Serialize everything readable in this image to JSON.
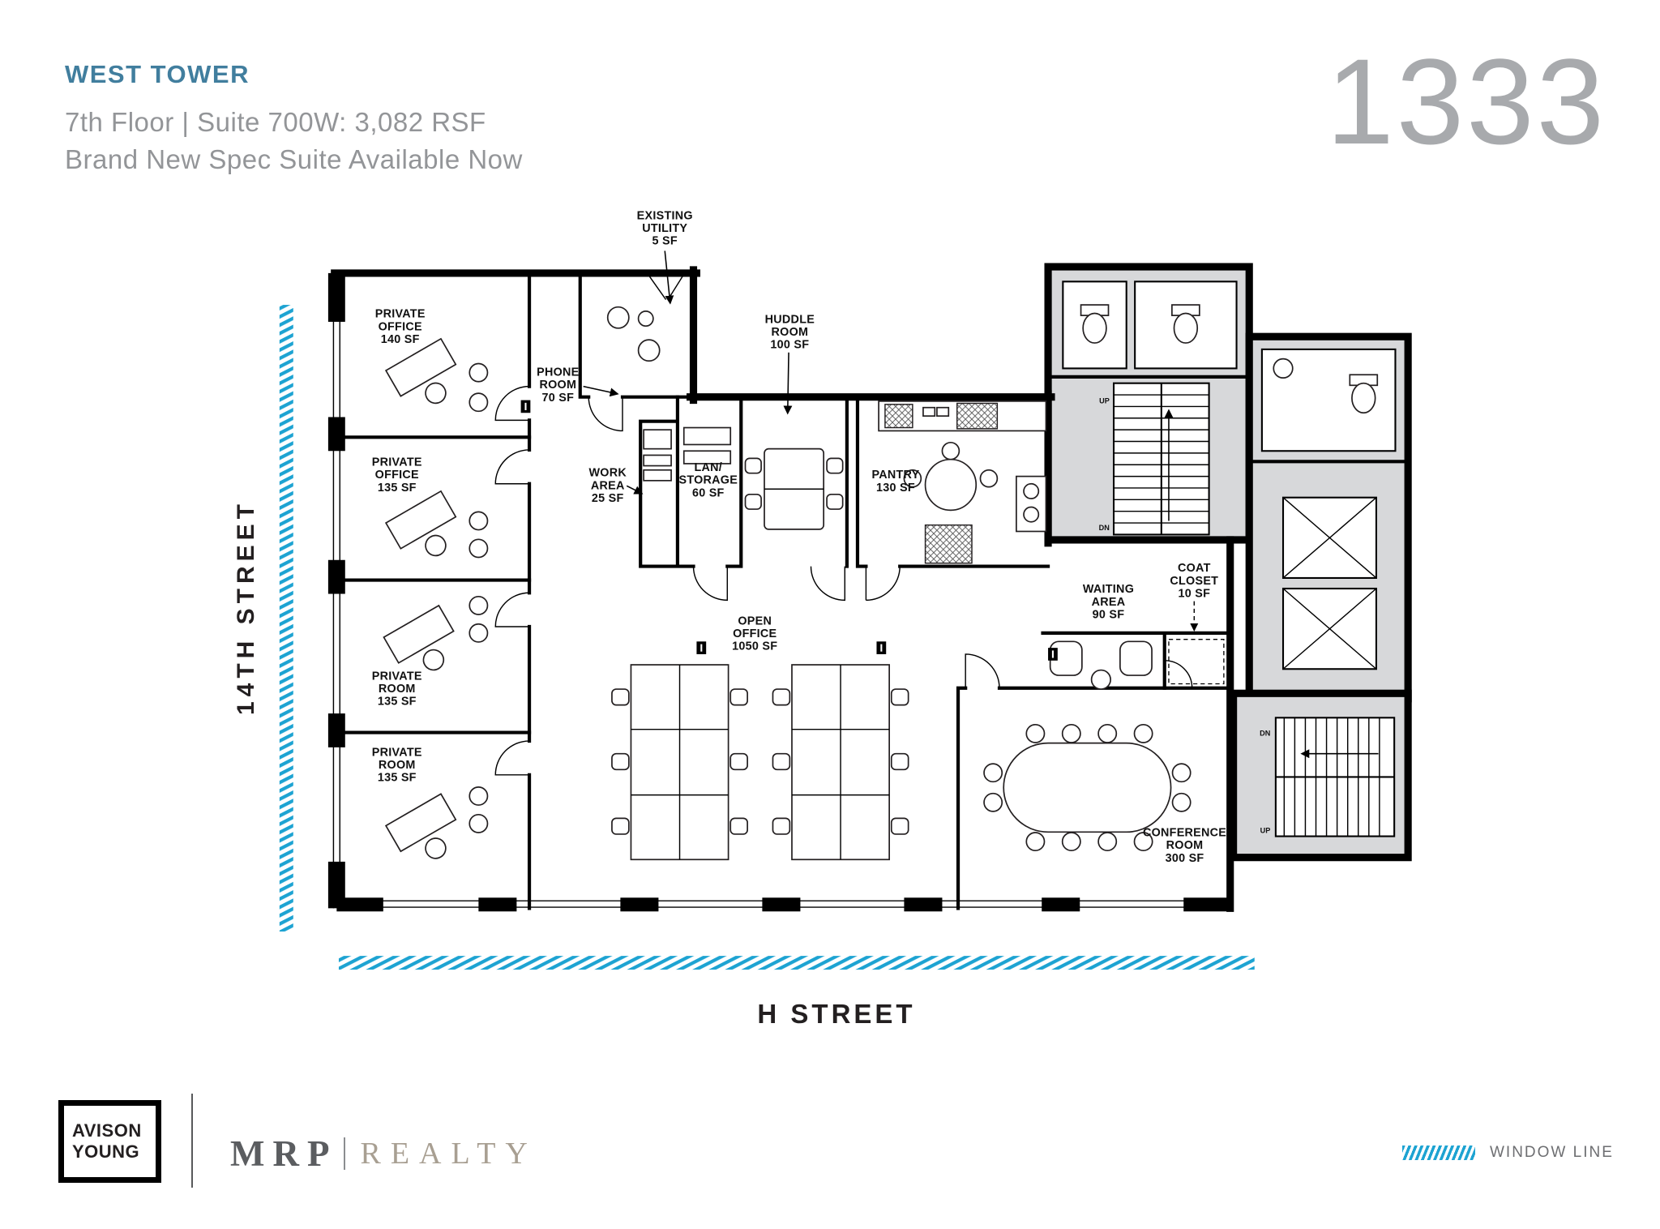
{
  "colors": {
    "heading_blue": "#417E9E",
    "subtitle_gray": "#939598",
    "address_gray": "#A8AAAD",
    "window_teal": "#1DA3D2",
    "core_gray": "#D7D8DA",
    "logo_mrp": "#5B5D60",
    "logo_realty": "#A89F92",
    "legend_gray": "#6D6E71"
  },
  "header": {
    "building": "WEST TOWER",
    "floor_line": "7th Floor | Suite 700W: 3,082 RSF",
    "availability_line": "Brand New Spec Suite Available Now",
    "address_number": "1333"
  },
  "streets": {
    "west": "14TH STREET",
    "south": "H STREET"
  },
  "legend": {
    "window_line": "WINDOW LINE"
  },
  "logos": {
    "avison_line1": "AVISON",
    "avison_line2": "YOUNG",
    "mrp": "MRP",
    "realty": "REALTY"
  },
  "plan": {
    "stairs": {
      "up": "UP",
      "dn": "DN"
    },
    "rooms": {
      "existing_utility": {
        "l1": "EXISTING",
        "l2": "UTILITY",
        "area": "5 SF"
      },
      "private_office_1": {
        "l1": "PRIVATE",
        "l2": "OFFICE",
        "area": "140 SF"
      },
      "private_office_2": {
        "l1": "PRIVATE",
        "l2": "OFFICE",
        "area": "135 SF"
      },
      "private_room_1": {
        "l1": "PRIVATE",
        "l2": "ROOM",
        "area": "135 SF"
      },
      "private_room_2": {
        "l1": "PRIVATE",
        "l2": "ROOM",
        "area": "135 SF"
      },
      "phone_room": {
        "l1": "PHONE",
        "l2": "ROOM",
        "area": "70 SF"
      },
      "work_area": {
        "l1": "WORK",
        "l2": "AREA",
        "area": "25 SF"
      },
      "lan_storage": {
        "l1": "LAN/",
        "l2": "STORAGE",
        "area": "60 SF"
      },
      "huddle_room": {
        "l1": "HUDDLE",
        "l2": "ROOM",
        "area": "100 SF"
      },
      "pantry": {
        "l1": "PANTRY",
        "area": "130 SF"
      },
      "open_office": {
        "l1": "OPEN",
        "l2": "OFFICE",
        "area": "1050 SF"
      },
      "waiting_area": {
        "l1": "WAITING",
        "l2": "AREA",
        "area": "90 SF"
      },
      "coat_closet": {
        "l1": "COAT",
        "l2": "CLOSET",
        "area": "10 SF"
      },
      "conference_room": {
        "l1": "CONFERENCE",
        "l2": "ROOM",
        "area": "300 SF"
      }
    }
  }
}
